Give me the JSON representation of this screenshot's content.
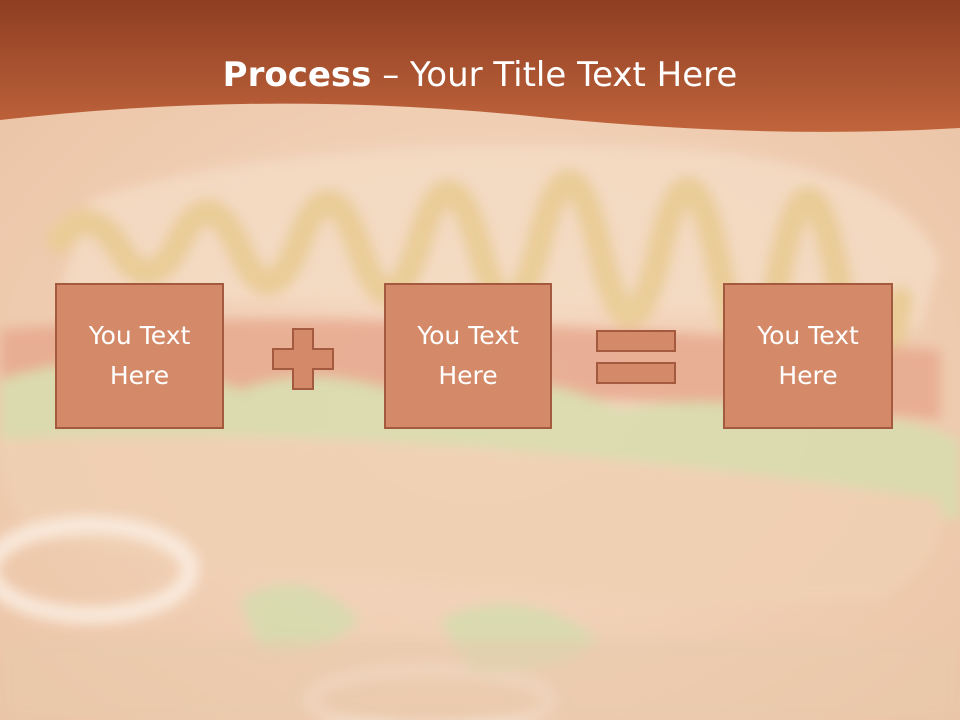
{
  "title": {
    "bold": "Process",
    "separator": " – ",
    "rest": "Your Title Text Here"
  },
  "process": {
    "boxes": [
      {
        "text": "You Text Here"
      },
      {
        "text": "You Text Here"
      },
      {
        "text": "You Text Here"
      }
    ],
    "operators": [
      "plus-icon",
      "equals-icon"
    ]
  },
  "colors": {
    "header": "#b5532e",
    "box_fill": "#d48a69",
    "box_border": "#a45a3e",
    "title_text": "#ffffff"
  }
}
